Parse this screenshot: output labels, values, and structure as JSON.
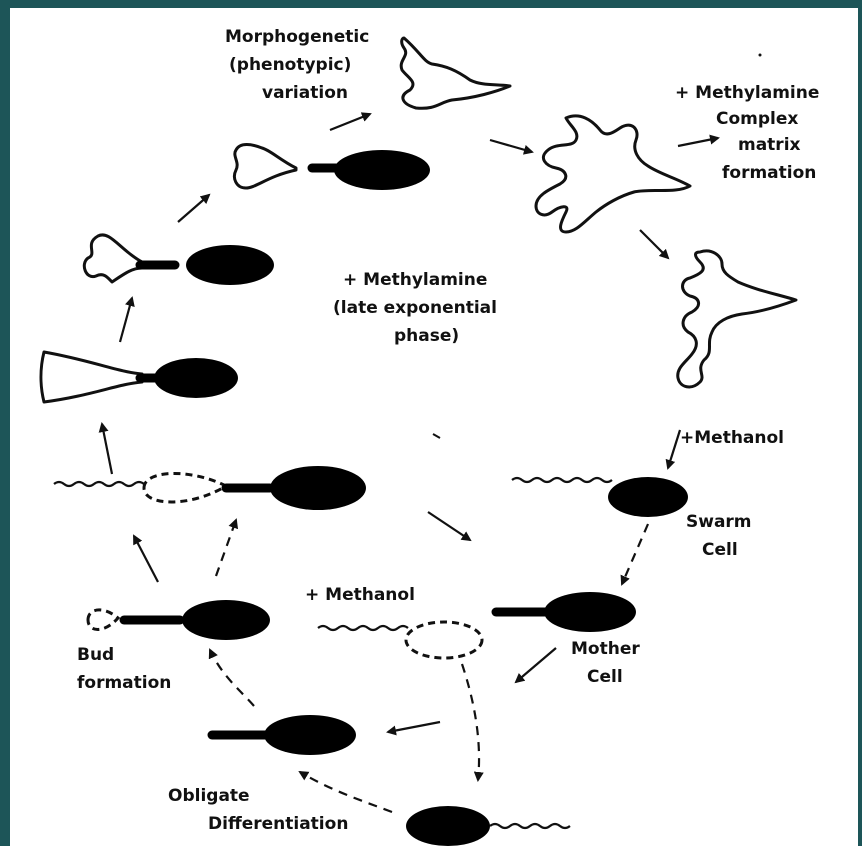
{
  "colors": {
    "frame": "#1d5558",
    "panel": "#ffffff",
    "ink": "#111111"
  },
  "labels": {
    "morpho_1": "Morphogenetic",
    "morpho_2": "(phenotypic)",
    "morpho_3": "variation",
    "complex_1": "+ Methylamine",
    "complex_2": "Complex",
    "complex_3": "matrix",
    "complex_4": "formation",
    "center_1": "+ Methylamine",
    "center_2": "(late exponential",
    "center_3": "phase)",
    "methanol_right": "+Methanol",
    "swarm_1": "Swarm",
    "swarm_2": "Cell",
    "methanol_center": "+ Methanol",
    "mother_1": "Mother",
    "mother_2": "Cell",
    "bud_1": "Bud",
    "bud_2": "formation",
    "obligate_1": "Obligate",
    "obligate_2": "Differentiation"
  }
}
